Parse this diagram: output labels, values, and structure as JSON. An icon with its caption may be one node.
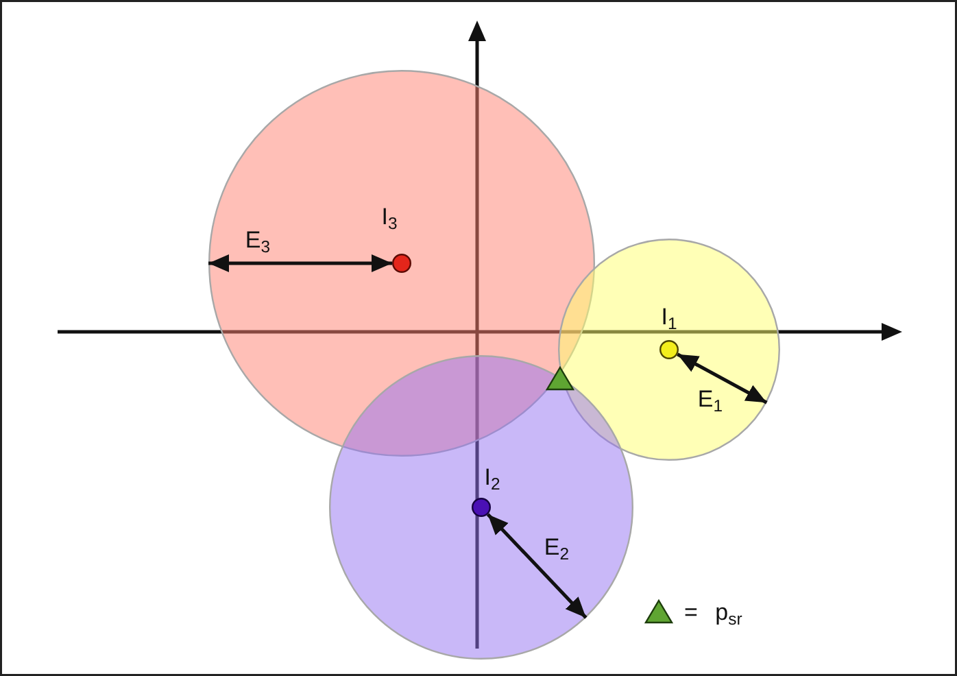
{
  "diagram": {
    "nodes": [
      {
        "text": [],
        "shape": "circle"
      },
      {
        "text": [],
        "shape": "circle",
        "in": 0,
        "beside": [
          "I$_{3}$"
        ]
      },
      {
        "text": [],
        "shape": "circle"
      },
      {
        "text": [],
        "shape": "circle",
        "in": 2,
        "beside": [
          "I$_{1}$"
        ]
      },
      {
        "text": [],
        "shape": "circle"
      },
      {
        "text": [],
        "shape": "circle",
        "in": 4,
        "beside": [
          "I$_{2}$"
        ]
      }
    ],
    "edges": [
      {
        "from": 1,
        "to": 0,
        "arrow": "both",
        "label": "E$_{3}$"
      },
      {
        "from": 3,
        "to": 2,
        "arrow": "both",
        "label": "E$_{1}$"
      },
      {
        "from": 5,
        "to": 4,
        "arrow": "both",
        "label": "E$_{2}$"
      }
    ],
    "legend": [
      {
        "text": "= p$_{sr}$"
      }
    ]
  }
}
